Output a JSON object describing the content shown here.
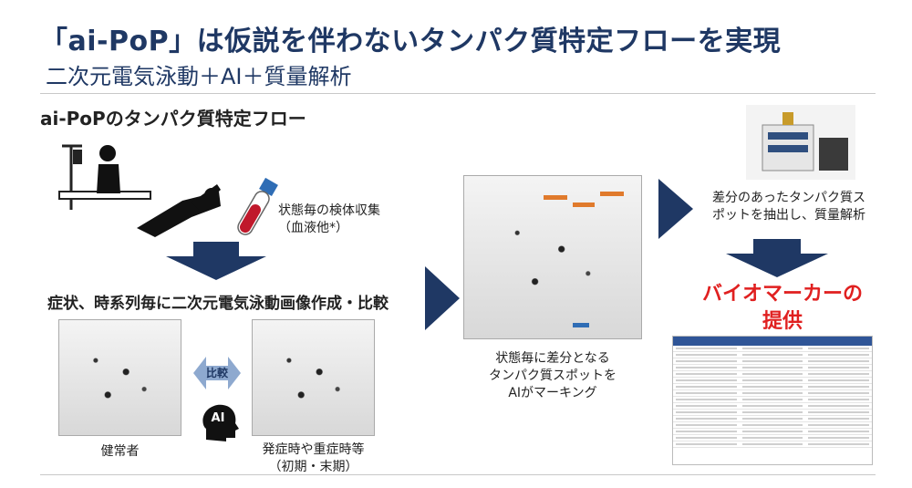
{
  "title": "「ai-PoP」は仮説を伴わないタンパク質特定フローを実現",
  "subtitle": "二次元電気泳動＋AI＋質量解析",
  "section_title": "ai-PoPのタンパク質特定フロー",
  "steps": {
    "collect_label": "状態毎の検体収集\n（血液他*）",
    "electrophoresis_label": "症状、時系列毎に二次元電気泳動画像作成・比較",
    "healthy_label": "健常者",
    "onset_label": "発症時や重症時等\n（初期・末期）",
    "compare_label": "比較",
    "ai_label": "AI",
    "ai_marking_label": "状態毎に差分となる\nタンパク質スポットを\nAIがマーキング",
    "mass_label": "差分のあったタンパク質ス\nポットを抽出し、質量解析",
    "biomarker_label": "バイオマーカーの\n提供"
  },
  "colors": {
    "title": "#1f3864",
    "arrow": "#1f3864",
    "biomarker": "#e02020",
    "compare": "#8ea9cf"
  }
}
